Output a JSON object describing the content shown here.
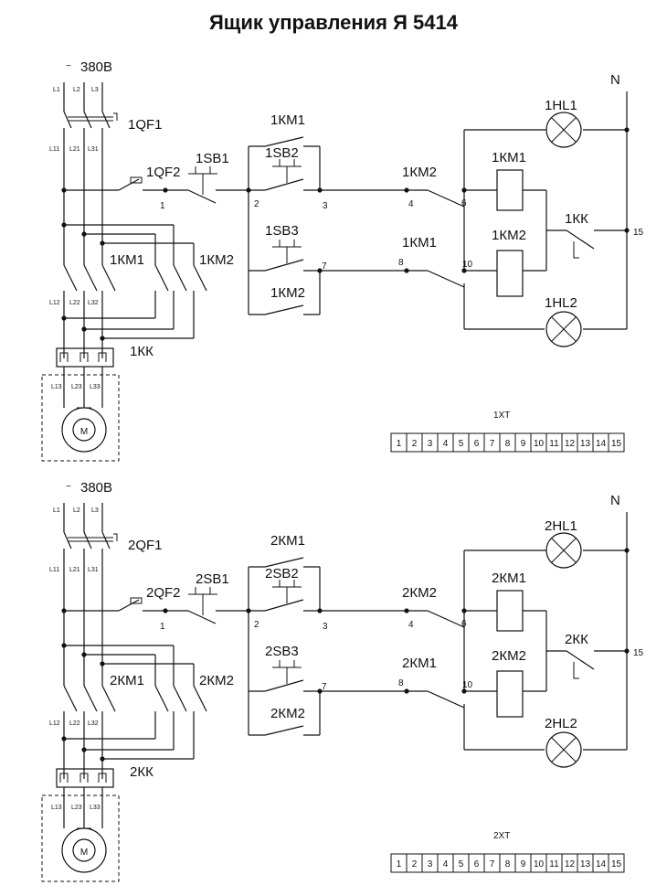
{
  "title": "Ящик управления Я 5414",
  "supply": "380В",
  "neutral": "N",
  "phases": {
    "in": [
      "L1",
      "L2",
      "L3"
    ],
    "a": [
      "L11",
      "L21",
      "L31"
    ],
    "b": [
      "L12",
      "L22",
      "L32"
    ],
    "c": [
      "L13",
      "L23",
      "L33"
    ]
  },
  "motor": "M",
  "node_numbers": [
    "1",
    "2",
    "3",
    "4",
    "6",
    "7",
    "8",
    "10",
    "15"
  ],
  "terminal_numbers": [
    "1",
    "2",
    "3",
    "4",
    "5",
    "6",
    "7",
    "8",
    "9",
    "10",
    "11",
    "12",
    "13",
    "14",
    "15"
  ],
  "circuits": [
    {
      "qf1": "1QF1",
      "qf2": "1QF2",
      "sb1": "1SB1",
      "sb2": "1SB2",
      "sb3": "1SB3",
      "km1": "1КМ1",
      "km2": "1КМ2",
      "kk": "1КК",
      "hl1": "1HL1",
      "hl2": "1HL2",
      "xt": "1ХТ"
    },
    {
      "qf1": "2QF1",
      "qf2": "2QF2",
      "sb1": "2SB1",
      "sb2": "2SB2",
      "sb3": "2SB3",
      "km1": "2КМ1",
      "km2": "2КМ2",
      "kk": "2КК",
      "hl1": "2HL1",
      "hl2": "2HL2",
      "xt": "2ХТ"
    }
  ]
}
